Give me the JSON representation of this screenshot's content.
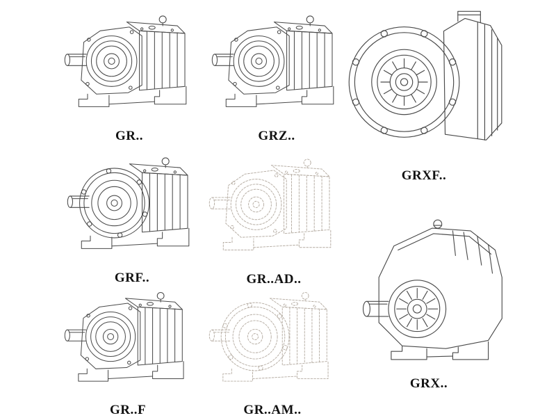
{
  "page": {
    "background": "#ffffff",
    "line_color": "#4a4a4a",
    "ghost_line_color": "#b5aca2",
    "label_color": "#111111"
  },
  "models": {
    "gr": "GR..",
    "grz": "GRZ..",
    "grxf": "GRXF..",
    "grf": "GRF..",
    "gr_ad": "GR..AD..",
    "gr_f": "GR..F",
    "gr_am": "GR..AM..",
    "grx": "GRX.."
  },
  "ghost_items": [
    "GR..AD..",
    "GR..AM.."
  ]
}
